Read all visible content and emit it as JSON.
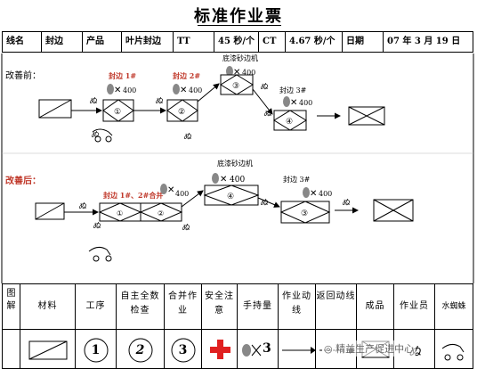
{
  "title": "标准作业票",
  "header": {
    "line_label": "线名",
    "line_value": "封边",
    "product_label": "产品",
    "product_value": "叶片封边",
    "tt_label": "TT",
    "tt_value": "45 秒/个",
    "ct_label": "CT",
    "ct_value": "4.67 秒/个",
    "date_label": "日期",
    "date_value": "07 年 3 月 19 日"
  },
  "before": {
    "section_label": "改善前：",
    "steps": [
      {
        "label": "封边 1#",
        "num": "①",
        "count": "400"
      },
      {
        "label": "封边 2#",
        "num": "②",
        "count": "400"
      },
      {
        "label": "底漆砂边机",
        "num": "③",
        "count": "400"
      },
      {
        "label": "封边 3#",
        "num": "④",
        "count": "400"
      }
    ]
  },
  "after": {
    "section_label": "改善后：",
    "merged_label": "封边 1#、2#合并",
    "merged_count": "400",
    "merged_nums": [
      "①",
      "②"
    ],
    "sander_label": "底漆砂边机",
    "sander_num": "④",
    "sander_count": "400",
    "edge3_label": "封边 3#",
    "edge3_num": "③",
    "edge3_count": "400"
  },
  "legend": {
    "row_label": "图解",
    "columns": [
      "材料",
      "工序",
      "自主全数检查",
      "合并作业",
      "安全注意",
      "手持量",
      "作业动线",
      "返回动线",
      "成品",
      "作业员",
      "水蜘蛛"
    ],
    "symbols": {
      "process": "1",
      "self_check": "2",
      "merge": "3",
      "hold_qty": "3"
    }
  },
  "watermark": "精益生产促进中心"
}
